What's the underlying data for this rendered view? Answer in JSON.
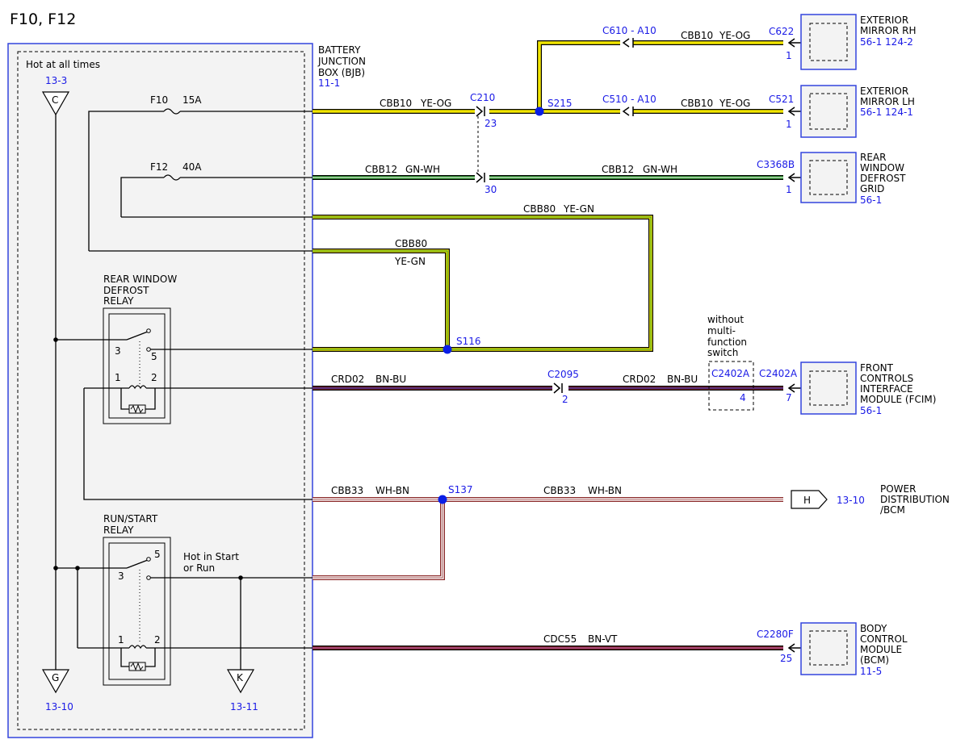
{
  "title": "F10, F12",
  "bjb": {
    "hot_label": "Hot at all times",
    "ref": "13-3",
    "name_lines": [
      "BATTERY",
      "JUNCTION",
      "BOX (BJB)"
    ],
    "page_ref": "11-1",
    "fuses": [
      {
        "id": "F10",
        "rating": "15A"
      },
      {
        "id": "F12",
        "rating": "40A"
      }
    ],
    "defrost_relay": {
      "name_lines": [
        "REAR WINDOW",
        "DEFROST",
        "RELAY"
      ],
      "pins": [
        "3",
        "5",
        "1",
        "2"
      ]
    },
    "runstart_relay": {
      "name_lines": [
        "RUN/START",
        "RELAY"
      ],
      "pins": [
        "5",
        "3",
        "1",
        "2"
      ]
    },
    "hot_in_start": [
      "Hot in Start",
      "or Run"
    ],
    "terminals": [
      {
        "letter": "C",
        "ref": "13-3"
      },
      {
        "letter": "G",
        "ref": "13-10"
      },
      {
        "letter": "K",
        "ref": "13-11"
      }
    ]
  },
  "wires": {
    "cbb10_1": {
      "circuit": "CBB10",
      "color": "YE-OG"
    },
    "cbb10_2": {
      "circuit": "CBB10",
      "color": "YE-OG"
    },
    "cbb10_3": {
      "circuit": "CBB10",
      "color": "YE-OG"
    },
    "cbb12_1": {
      "circuit": "CBB12",
      "color": "GN-WH"
    },
    "cbb12_2": {
      "circuit": "CBB12",
      "color": "GN-WH"
    },
    "cbb80_1": {
      "circuit": "CBB80",
      "color": "YE-GN"
    },
    "cbb80_2": {
      "circuit": "CBB80",
      "color": "YE-GN"
    },
    "crd02_1": {
      "circuit": "CRD02",
      "color": "BN-BU"
    },
    "crd02_2": {
      "circuit": "CRD02",
      "color": "BN-BU"
    },
    "cbb33_1": {
      "circuit": "CBB33",
      "color": "WH-BN"
    },
    "cbb33_2": {
      "circuit": "CBB33",
      "color": "WH-BN"
    },
    "cdc55": {
      "circuit": "CDC55",
      "color": "BN-VT"
    }
  },
  "connectors": {
    "c210": {
      "id": "C210",
      "pin_a": "23",
      "pin_b": "30"
    },
    "c610": {
      "id": "C610 - A10"
    },
    "c510": {
      "id": "C510 - A10"
    },
    "c622": {
      "id": "C622",
      "pin": "1"
    },
    "c521": {
      "id": "C521",
      "pin": "1"
    },
    "c3368b": {
      "id": "C3368B",
      "pin": "1"
    },
    "c2095": {
      "id": "C2095",
      "pin": "2"
    },
    "c2402a_inner": {
      "id": "C2402A",
      "pin": "4"
    },
    "c2402a_outer": {
      "id": "C2402A",
      "pin": "7"
    },
    "c2280f": {
      "id": "C2280F",
      "pin": "25"
    }
  },
  "splices": {
    "s215": "S215",
    "s116": "S116",
    "s137": "S137"
  },
  "without_note": [
    "without",
    "multi-",
    "function",
    "switch"
  ],
  "components": {
    "mirror_rh": {
      "name_lines": [
        "EXTERIOR",
        "MIRROR RH"
      ],
      "refs": "56-1   124-2"
    },
    "mirror_lh": {
      "name_lines": [
        "EXTERIOR",
        "MIRROR LH"
      ],
      "refs": "56-1   124-1"
    },
    "defrost_grid": {
      "name_lines": [
        "REAR",
        "WINDOW",
        "DEFROST",
        "GRID"
      ],
      "refs": "56-1"
    },
    "fcim": {
      "name_lines": [
        "FRONT",
        "CONTROLS",
        "INTERFACE",
        "MODULE (FCIM)"
      ],
      "refs": "56-1"
    },
    "power_dist": {
      "letter": "H",
      "ref": "13-10",
      "name_lines": [
        "POWER",
        "DISTRIBUTION",
        "/BCM"
      ]
    },
    "bcm": {
      "name_lines": [
        "BODY",
        "CONTROL",
        "MODULE",
        "(BCM)"
      ],
      "refs": "11-5"
    }
  },
  "colors": {
    "yellow": "#f2e600",
    "green": "#2e9a2e",
    "brown": "#8b2a2a",
    "blue": "#2233cc",
    "bjb_border": "#3344dd",
    "white_wire": "#ffffff",
    "splice": "#0a1ee6"
  }
}
